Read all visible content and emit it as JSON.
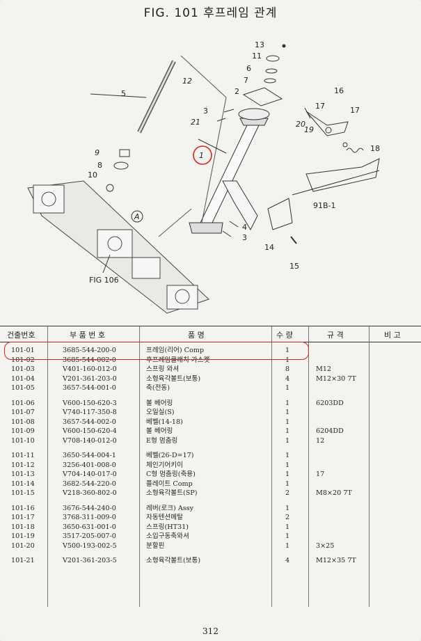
{
  "title": "FIG. 101 후프레임 관계",
  "diagram": {
    "callouts": {
      "c13": "13",
      "c11": "11",
      "c6": "6",
      "c7": "7",
      "c2": "2",
      "c3a": "3",
      "c21": "21",
      "c1": "1",
      "c5": "5",
      "c12": "12",
      "c9": "9",
      "c8": "8",
      "c10": "10",
      "c16": "16",
      "c17a": "17",
      "c17b": "17",
      "c20": "20",
      "c19": "19",
      "c18": "18",
      "c91": "91B-1",
      "c4": "4",
      "c3b": "3",
      "c14": "14",
      "c15": "15",
      "cA": "A",
      "fig106": "FIG 106"
    }
  },
  "table": {
    "headers": {
      "no": "건출번호",
      "part": "부 품 번 호",
      "name": "품 명",
      "qty": "수 량",
      "spec": "규 격",
      "note": "비 고"
    },
    "rows": [
      {
        "no": "101-01",
        "part": "3685-544-200-0",
        "name": "프레임(리어) Comp",
        "qty": "1",
        "spec": ""
      },
      {
        "no": "101-02",
        "part": "3685-544-002-0",
        "name": "후프레임클래치 가스켓",
        "qty": "1",
        "spec": ""
      },
      {
        "no": "101-03",
        "part": "V401-160-012-0",
        "name": "스프링 와셔",
        "qty": "8",
        "spec": "M12"
      },
      {
        "no": "101-04",
        "part": "V201-361-203-0",
        "name": "소형육각볼트(보통)",
        "qty": "4",
        "spec": "M12×30 7T"
      },
      {
        "no": "101-05",
        "part": "3657-544-001-0",
        "name": "축(전동)",
        "qty": "1",
        "spec": ""
      },
      {
        "no": "101-06",
        "part": "V600-150-620-3",
        "name": "볼 베어링",
        "qty": "1",
        "spec": "6203DD"
      },
      {
        "no": "101-07",
        "part": "V740-117-350-8",
        "name": "오일실(S)",
        "qty": "1",
        "spec": ""
      },
      {
        "no": "101-08",
        "part": "3657-544-002-0",
        "name": "베벨(14-18)",
        "qty": "1",
        "spec": ""
      },
      {
        "no": "101-09",
        "part": "V600-150-620-4",
        "name": "볼 베어링",
        "qty": "1",
        "spec": "6204DD"
      },
      {
        "no": "101-10",
        "part": "V708-140-012-0",
        "name": "E형 멈춤링",
        "qty": "1",
        "spec": "12"
      },
      {
        "no": "101-11",
        "part": "3650-544-004-1",
        "name": "베벨(26-D=17)",
        "qty": "1",
        "spec": ""
      },
      {
        "no": "101-12",
        "part": "3256-401-008-0",
        "name": "체인기어키이",
        "qty": "1",
        "spec": ""
      },
      {
        "no": "101-13",
        "part": "V704-140-017-0",
        "name": "C형 멈춤링(축용)",
        "qty": "1",
        "spec": "17"
      },
      {
        "no": "101-14",
        "part": "3682-544-220-0",
        "name": "플레이트 Comp",
        "qty": "1",
        "spec": ""
      },
      {
        "no": "101-15",
        "part": "V218-360-802-0",
        "name": "소형육각볼트(SP)",
        "qty": "2",
        "spec": "M8×20 7T"
      },
      {
        "no": "101-16",
        "part": "3676-544-240-0",
        "name": "레버(로크) Assy",
        "qty": "1",
        "spec": ""
      },
      {
        "no": "101-17",
        "part": "3768-311-009-0",
        "name": "자동텐션메탈",
        "qty": "2",
        "spec": ""
      },
      {
        "no": "101-18",
        "part": "3650-631-001-0",
        "name": "스프링(HT31)",
        "qty": "1",
        "spec": ""
      },
      {
        "no": "101-19",
        "part": "3517-205-007-0",
        "name": "소입구동축와셔",
        "qty": "1",
        "spec": ""
      },
      {
        "no": "101-20",
        "part": "V500-193-002-5",
        "name": "분할핀",
        "qty": "1",
        "spec": "3×25"
      },
      {
        "no": "101-21",
        "part": "V201-361-203-5",
        "name": "소형육각볼트(보통)",
        "qty": "4",
        "spec": "M12×35 7T"
      }
    ]
  },
  "page_number": "312",
  "colors": {
    "highlight": "#e02020",
    "ink": "#222222",
    "paper": "#f3f3f0"
  }
}
